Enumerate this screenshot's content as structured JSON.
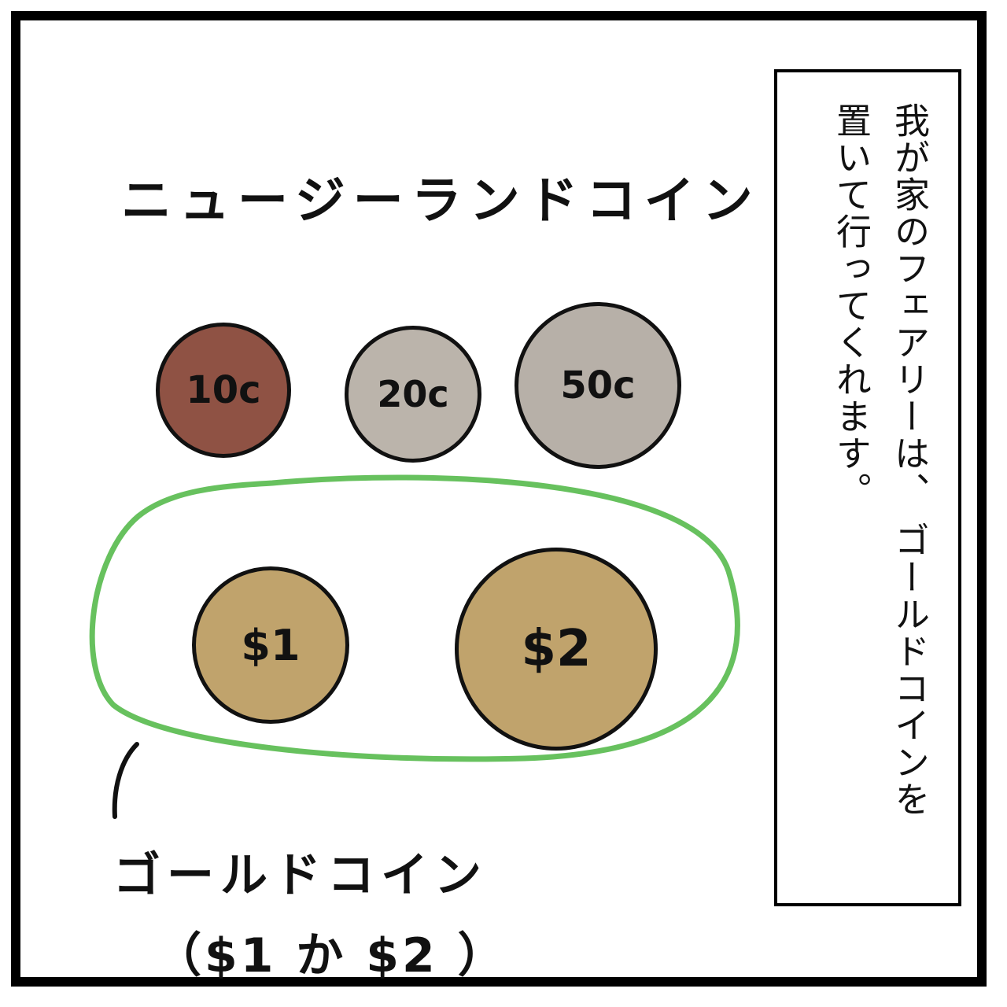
{
  "title": "ニュージーランドコイン",
  "coins": [
    {
      "label": "10c",
      "color": "#8f5244"
    },
    {
      "label": "20c",
      "color": "#bbb4ab"
    },
    {
      "label": "50c",
      "color": "#b7b0a8"
    },
    {
      "label": "$1",
      "color": "#c0a36c"
    },
    {
      "label": "$2",
      "color": "#c0a36c"
    }
  ],
  "highlight_color": "#67c15e",
  "annotation": {
    "line1": "ゴールドコイン",
    "line2": "（$1 か $2 ）"
  },
  "caption": {
    "line1": "我が家のフェアリーは、 ゴールドコインを",
    "line2": "置いて行ってくれます。"
  }
}
